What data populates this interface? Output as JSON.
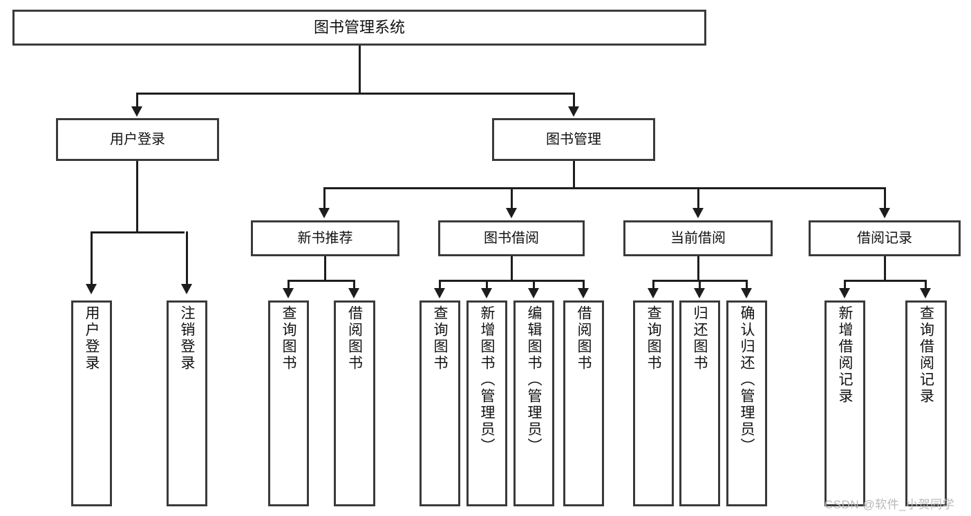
{
  "diagram": {
    "type": "tree",
    "title": "图书管理系统",
    "root": {
      "label": "图书管理系统"
    },
    "level2": [
      {
        "label": "用户登录"
      },
      {
        "label": "图书管理"
      }
    ],
    "level3": [
      {
        "label": "新书推荐"
      },
      {
        "label": "图书借阅"
      },
      {
        "label": "当前借阅"
      },
      {
        "label": "借阅记录"
      }
    ],
    "leaves": {
      "user_login": [
        {
          "label": "用户登录"
        },
        {
          "label": "注销登录"
        }
      ],
      "new_book_recommend": [
        {
          "label": "查询图书"
        },
        {
          "label": "借阅图书"
        }
      ],
      "book_borrow": [
        {
          "label": "查询图书"
        },
        {
          "label": "新增图书（管理员）"
        },
        {
          "label": "编辑图书（管理员）"
        },
        {
          "label": "借阅图书"
        }
      ],
      "current_borrow": [
        {
          "label": "查询图书"
        },
        {
          "label": "归还图书"
        },
        {
          "label": "确认归还（管理员）"
        }
      ],
      "borrow_record": [
        {
          "label": "新增借阅记录"
        },
        {
          "label": "查询借阅记录"
        }
      ]
    }
  },
  "watermark": {
    "text": "CSDN @软件_小贺同学"
  },
  "colors": {
    "box_border": "#3a3a3a",
    "line": "#1d1d1d",
    "background": "#ffffff",
    "text": "#111111",
    "watermark": "#b9b9b9"
  }
}
